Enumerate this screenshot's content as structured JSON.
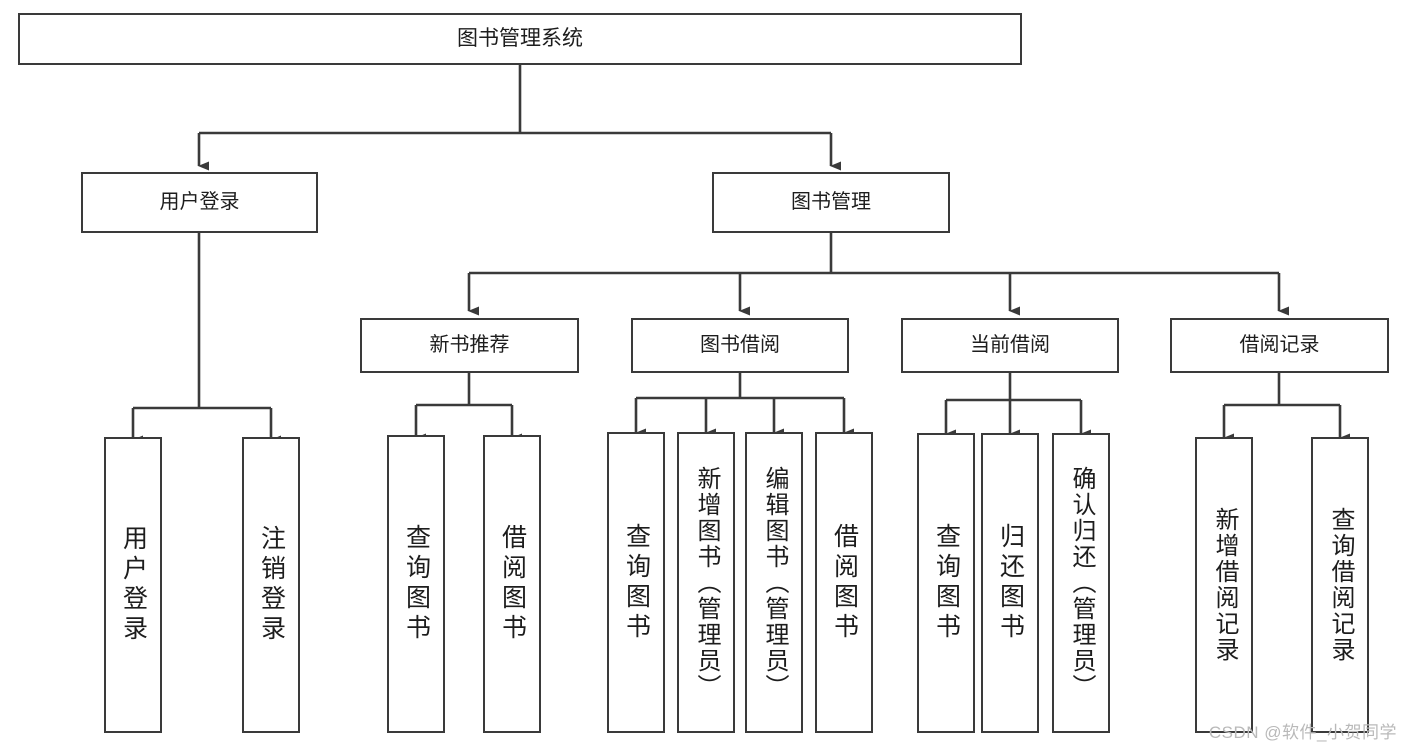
{
  "diagram": {
    "title": "图书管理系统",
    "type": "tree",
    "root": {
      "label": "图书管理系统"
    },
    "level2": [
      {
        "id": "user-login",
        "label": "用户登录"
      },
      {
        "id": "book-manage",
        "label": "图书管理"
      }
    ],
    "level3": [
      {
        "id": "new-book-recommend",
        "label": "新书推荐",
        "parent": "book-manage"
      },
      {
        "id": "book-borrow",
        "label": "图书借阅",
        "parent": "book-manage"
      },
      {
        "id": "current-borrow",
        "label": "当前借阅",
        "parent": "book-manage"
      },
      {
        "id": "borrow-record",
        "label": "借阅记录",
        "parent": "book-manage"
      }
    ],
    "leaves": [
      {
        "id": "leaf-user-login",
        "label": "用户登录",
        "parent": "user-login"
      },
      {
        "id": "leaf-logout",
        "label": "注销登录",
        "parent": "user-login"
      },
      {
        "id": "leaf-query-book-1",
        "label": "查询图书",
        "parent": "new-book-recommend"
      },
      {
        "id": "leaf-borrow-book-1",
        "label": "借阅图书",
        "parent": "new-book-recommend"
      },
      {
        "id": "leaf-query-book-2",
        "label": "查询图书",
        "parent": "book-borrow"
      },
      {
        "id": "leaf-add-book",
        "label": "新增图书（管理员）",
        "parent": "book-borrow"
      },
      {
        "id": "leaf-edit-book",
        "label": "编辑图书（管理员）",
        "parent": "book-borrow"
      },
      {
        "id": "leaf-borrow-book-2",
        "label": "借阅图书",
        "parent": "book-borrow"
      },
      {
        "id": "leaf-query-book-3",
        "label": "查询图书",
        "parent": "current-borrow"
      },
      {
        "id": "leaf-return-book",
        "label": "归还图书",
        "parent": "current-borrow"
      },
      {
        "id": "leaf-confirm-return",
        "label": "确认归还（管理员）",
        "parent": "current-borrow"
      },
      {
        "id": "leaf-add-record",
        "label": "新增借阅记录",
        "parent": "borrow-record"
      },
      {
        "id": "leaf-query-record",
        "label": "查询借阅记录",
        "parent": "borrow-record"
      }
    ]
  },
  "watermark": {
    "text": "CSDN @软件_小贺同学"
  },
  "colors": {
    "border": "#3a3a3a",
    "text": "#1d1d1d",
    "background": "#ffffff",
    "watermark": "#b9b9b9"
  }
}
